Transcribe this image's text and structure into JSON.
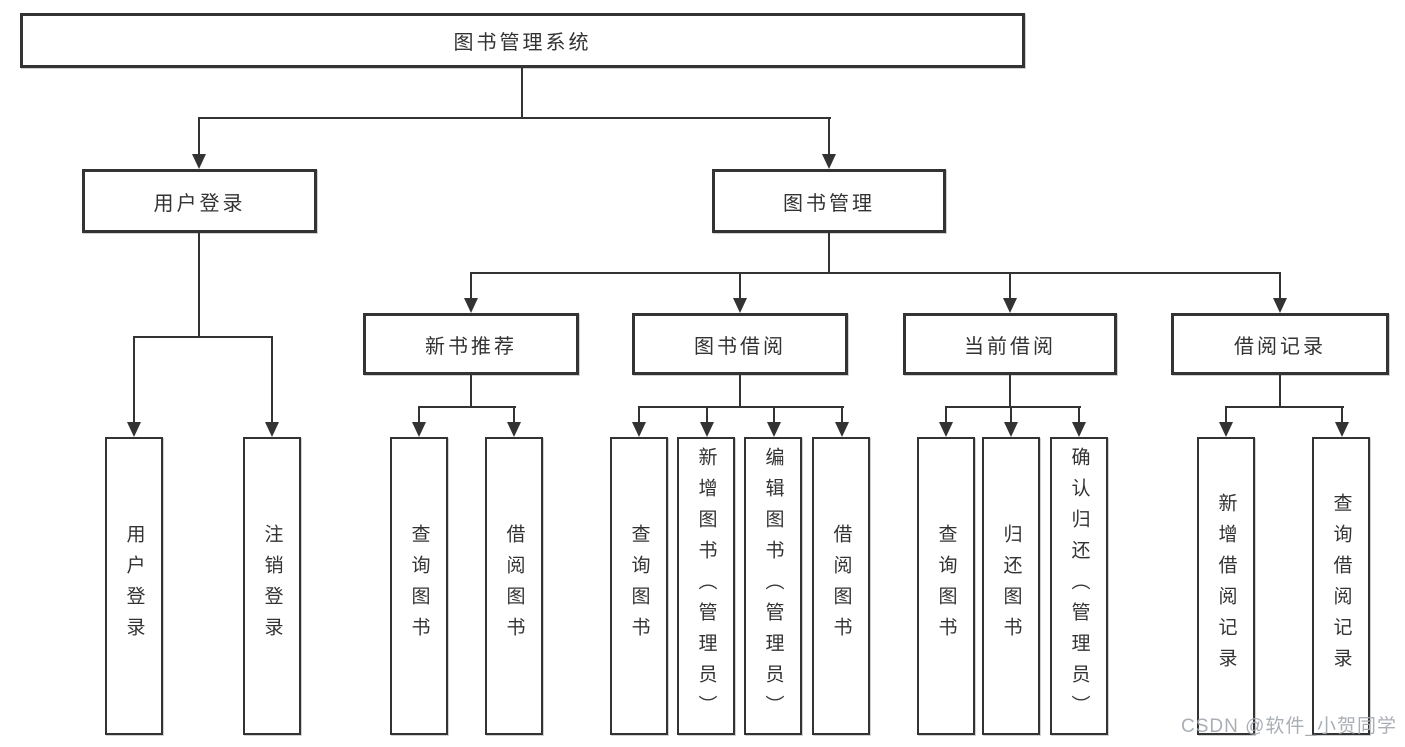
{
  "diagram": {
    "root": {
      "label": "图书管理系统"
    },
    "level2": [
      {
        "label": "用户登录"
      },
      {
        "label": "图书管理"
      }
    ],
    "level3": [
      {
        "label": "新书推荐"
      },
      {
        "label": "图书借阅"
      },
      {
        "label": "当前借阅"
      },
      {
        "label": "借阅记录"
      }
    ],
    "leaves": {
      "user_login": [
        {
          "label": "用户登录"
        },
        {
          "label": "注销登录"
        }
      ],
      "new_books": [
        {
          "label": "查询图书"
        },
        {
          "label": "借阅图书"
        }
      ],
      "book_borrow": [
        {
          "label": "查询图书"
        },
        {
          "label": "新增图书（管理员）"
        },
        {
          "label": "编辑图书（管理员）"
        },
        {
          "label": "借阅图书"
        }
      ],
      "current_borrow": [
        {
          "label": "查询图书"
        },
        {
          "label": "归还图书"
        },
        {
          "label": "确认归还（管理员）"
        }
      ],
      "borrow_records": [
        {
          "label": "新增借阅记录"
        },
        {
          "label": "查询借阅记录"
        }
      ]
    }
  },
  "watermark": {
    "text": "CSDN @软件_小贺同学"
  },
  "colors": {
    "line": "#333333",
    "text": "#333333",
    "background": "#ffffff",
    "watermark": "#a5aab1"
  }
}
